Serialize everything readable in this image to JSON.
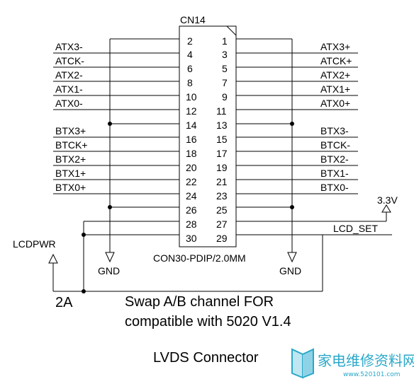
{
  "connector": {
    "ref": "CN14",
    "part": "CON30-PDIP/2.0MM",
    "left_pins": [
      "2",
      "4",
      "6",
      "8",
      "10",
      "12",
      "14",
      "16",
      "18",
      "20",
      "22",
      "24",
      "26",
      "28",
      "30"
    ],
    "right_pins": [
      "1",
      "3",
      "5",
      "7",
      "9",
      "11",
      "13",
      "15",
      "17",
      "19",
      "21",
      "23",
      "25",
      "27",
      "29"
    ]
  },
  "signals": {
    "left": [
      "ATX3-",
      "ATCK-",
      "ATX2-",
      "ATX1-",
      "ATX0-",
      "BTX3+",
      "BTCK+",
      "BTX2+",
      "BTX1+",
      "BTX0+"
    ],
    "right": [
      "ATX3+",
      "ATCK+",
      "ATX2+",
      "ATX1+",
      "ATX0+",
      "BTX3-",
      "BTCK-",
      "BTX2-",
      "BTX1-",
      "BTX0-"
    ]
  },
  "labels": {
    "gnd_left": "GND",
    "gnd_right": "GND",
    "v33": "3.3V",
    "lcd_set": "LCD_SET",
    "lcdpwr": "LCDPWR",
    "current": "2A"
  },
  "notes": {
    "line1": "Swap A/B channel FOR",
    "line2": "compatible with 5020 V1.4",
    "title": "LVDS Connector"
  },
  "watermark": {
    "text": "家电维修资料网",
    "url": "www.520101.com"
  }
}
